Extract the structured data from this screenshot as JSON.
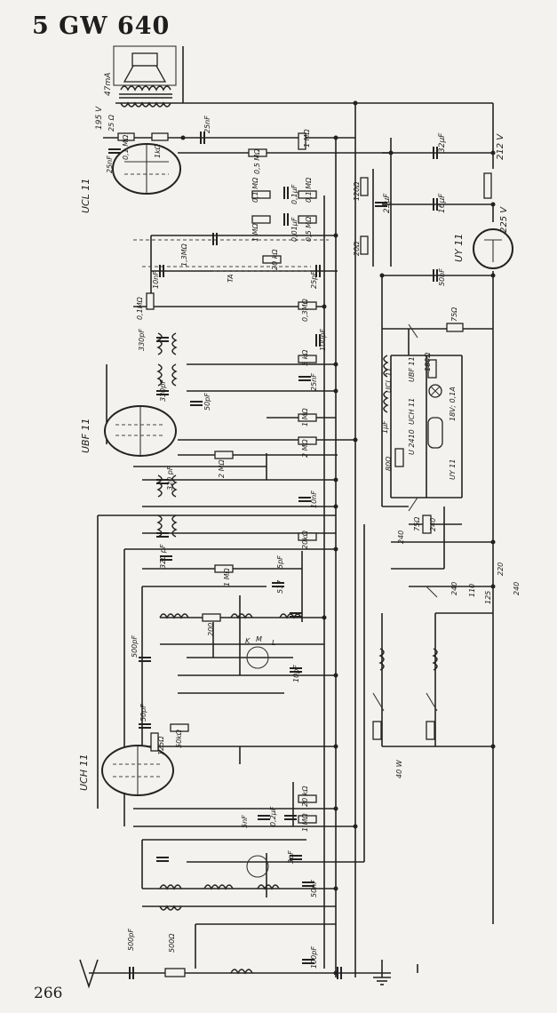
{
  "title": "5 GW 640",
  "page_number": "266",
  "tubes": {
    "ucl11": "UCL 11",
    "ubf11": "UBF 11",
    "uch11": "UCH 11",
    "uy11": "UY 11"
  },
  "voltages": {
    "v195": "195 V",
    "ma47": "47mA",
    "v212": "212 V",
    "v225": "225 V",
    "v220": "220",
    "v240a": "240",
    "v240b": "240",
    "v240c": "240",
    "v110": "110",
    "v125": "125"
  },
  "component_labels": {
    "c25nf_top": "25nF",
    "c25nf_left": "25nF",
    "r25_top": "25 Ω",
    "r1k": "1kΩ",
    "r01m_top": "0,1 MΩ",
    "r05m": "0,5 MΩ",
    "c32uf": "32µF",
    "c16uf": "16µF",
    "c25uf": "25µF",
    "r1m_pot": "1 MΩ",
    "r01m_a": "0,1 MΩ",
    "c01uf": "0,1µF",
    "r01m_b": "0,1 MΩ",
    "r120": "120Ω",
    "r1m_b": "1 MΩ",
    "r05m_b": "0,5 MΩ",
    "c001": "0,01µF",
    "r13m": "1,3MΩ",
    "r20k": "20 kΩ",
    "c25pf": "25pF",
    "r200": "20Ω",
    "c10nf_a": "10nF",
    "c50nf_a": "50nF",
    "ta": "TA",
    "r75": "75Ω",
    "r01_b": "0,1MΩ",
    "r03m": "0,3MΩ",
    "r01_c": "0,1MΩ",
    "c330_a": "330pF",
    "c330_b": "330pF",
    "c330_c": "330pF",
    "c100pf_a": "100pF",
    "c25nf_b": "25nF",
    "r5k": "5 kΩ",
    "c50pf_a": "50pF",
    "r1m_c": "1 MΩ",
    "r2m_a": "2 MΩ",
    "r2m_b": "2 MΩ",
    "c320_a": "320 pF",
    "c320_b": "320 pF",
    "c10nf_b": "10nF",
    "r20k_b": "20kΩ",
    "c1uf": "1µF",
    "r180": "180Ω",
    "r80": "80Ω",
    "lamp": "18V; 0,1A",
    "ubf_lbl": "UBF 11",
    "uch_lbl": "UCH 11",
    "ucl_lbl": "UCL 11",
    "uy_lbl": "UY 11",
    "u2410": "U 2410",
    "r75_b": "75Ω",
    "r240": "240",
    "r1m_d": "1 MΩ",
    "c5pf": "5pF",
    "c517": "517",
    "r200_b": "200",
    "c500pf": "500pF",
    "k": "K",
    "m": "M",
    "l": "L",
    "c10pf": "10pF",
    "c50pf_b": "50pF",
    "r125": "125Ω",
    "r50k": "50kΩ",
    "r20k_c": "20 kΩ",
    "c02uf": "0,2µF",
    "r1m_e": "1 MΩ",
    "c5nf": "5nF",
    "c3pf": "3pF",
    "c100pf_b": "100pF",
    "c500pf_b": "500pF",
    "r500": "500Ω",
    "c50nf_b": "50nF",
    "w40": "40 W"
  }
}
